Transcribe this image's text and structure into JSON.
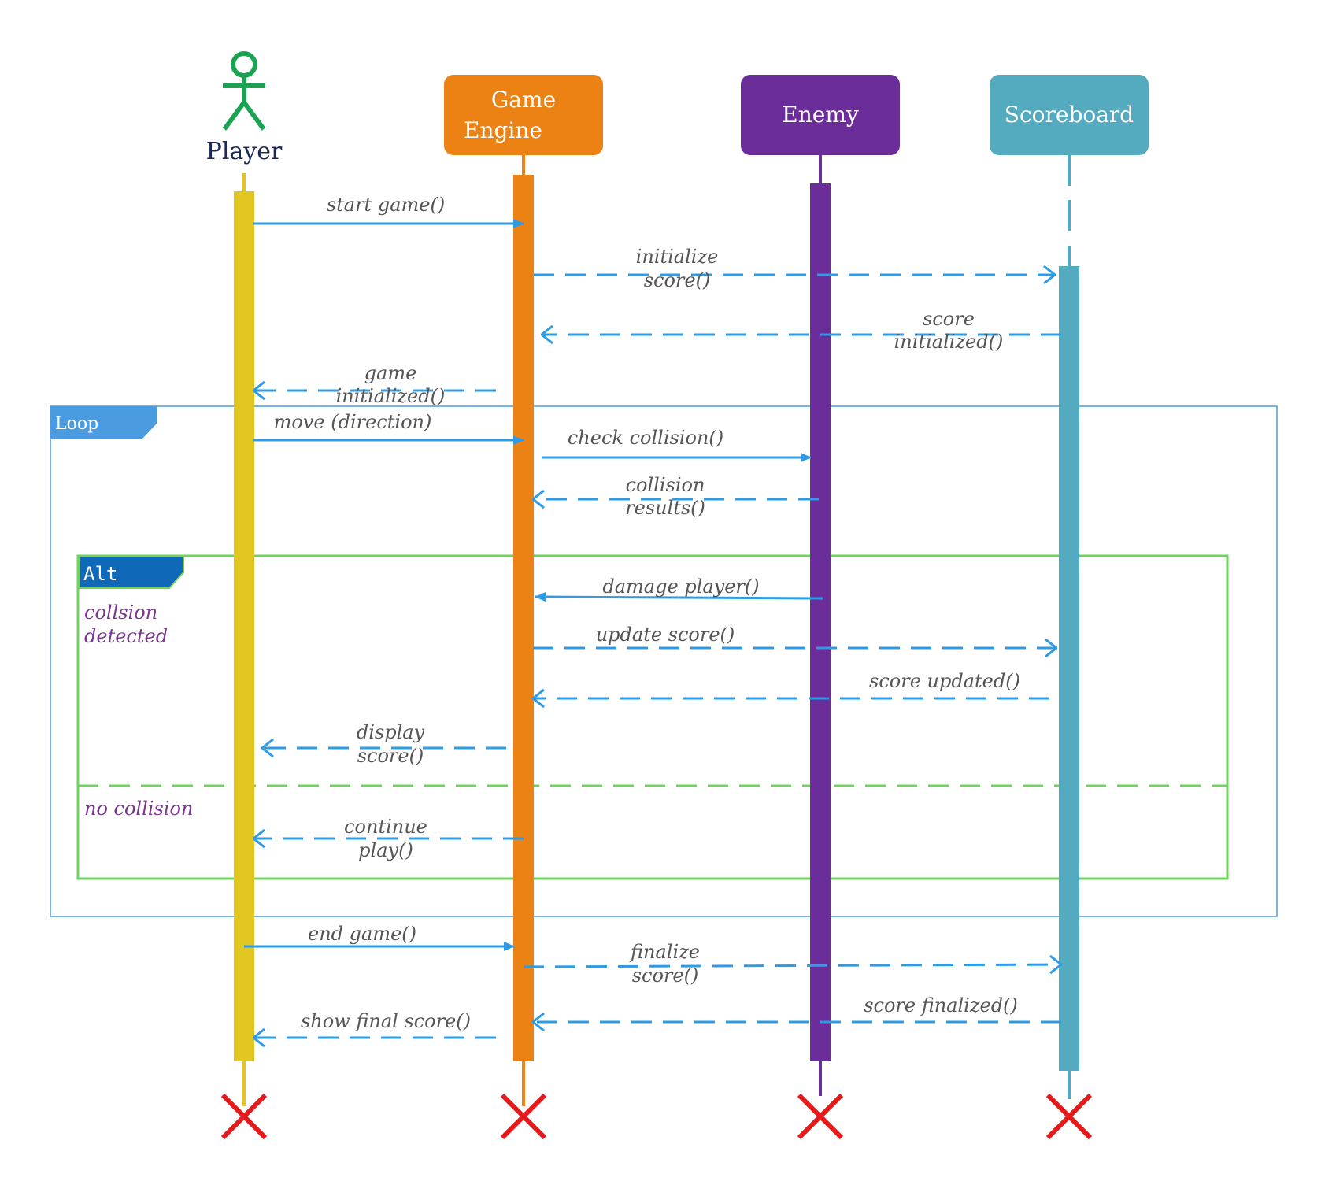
{
  "colors": {
    "player": "#e2c622",
    "engine": "#ec8114",
    "enemy": "#6a2d99",
    "scoreboard": "#54aabf",
    "actor_figure": "#1aa352",
    "message": "#2e9be6",
    "loop_frame": "#4a9be0",
    "alt_frame": "#6fd35e",
    "alt_tag": "#0f68b8",
    "destroy": "#e61a1a"
  },
  "participants": [
    {
      "id": "player",
      "label_lines": [
        "Player"
      ],
      "kind": "actor"
    },
    {
      "id": "engine",
      "label_lines": [
        "Game",
        "Engine"
      ],
      "kind": "box"
    },
    {
      "id": "enemy",
      "label_lines": [
        "Enemy"
      ],
      "kind": "box"
    },
    {
      "id": "scoreboard",
      "label_lines": [
        "Scoreboard"
      ],
      "kind": "box"
    }
  ],
  "frames": {
    "loop": {
      "tag": "Loop"
    },
    "alt": {
      "tag": "Alt",
      "guards": [
        [
          "collsion",
          "detected"
        ],
        [
          "no collision"
        ]
      ]
    }
  },
  "messages": [
    {
      "from": "player",
      "to": "engine",
      "style": "sync",
      "label_lines": [
        "start game()"
      ]
    },
    {
      "from": "engine",
      "to": "scoreboard",
      "style": "return",
      "label_lines": [
        "initialize",
        "score()"
      ]
    },
    {
      "from": "scoreboard",
      "to": "engine",
      "style": "return",
      "label_lines": [
        "score",
        "initialized()"
      ]
    },
    {
      "from": "engine",
      "to": "player",
      "style": "return",
      "label_lines": [
        "game",
        "initialized()"
      ]
    },
    {
      "from": "player",
      "to": "engine",
      "style": "sync",
      "label_lines": [
        "move (direction)"
      ]
    },
    {
      "from": "engine",
      "to": "enemy",
      "style": "sync",
      "label_lines": [
        "check collision()"
      ]
    },
    {
      "from": "enemy",
      "to": "engine",
      "style": "return",
      "label_lines": [
        "collision",
        "results()"
      ]
    },
    {
      "from": "enemy",
      "to": "engine",
      "style": "sync",
      "label_lines": [
        "damage player()"
      ]
    },
    {
      "from": "engine",
      "to": "scoreboard",
      "style": "return",
      "label_lines": [
        "update score()"
      ]
    },
    {
      "from": "scoreboard",
      "to": "engine",
      "style": "return",
      "label_lines": [
        "score updated()"
      ]
    },
    {
      "from": "engine",
      "to": "player",
      "style": "return",
      "label_lines": [
        "display",
        "score()"
      ]
    },
    {
      "from": "engine",
      "to": "player",
      "style": "return",
      "label_lines": [
        "continue",
        "play()"
      ]
    },
    {
      "from": "player",
      "to": "engine",
      "style": "sync",
      "label_lines": [
        "end game()"
      ]
    },
    {
      "from": "engine",
      "to": "scoreboard",
      "style": "return",
      "label_lines": [
        "finalize",
        "score()"
      ]
    },
    {
      "from": "scoreboard",
      "to": "engine",
      "style": "return",
      "label_lines": [
        "score finalized()"
      ]
    },
    {
      "from": "engine",
      "to": "player",
      "style": "return",
      "label_lines": [
        "show final score()"
      ]
    }
  ]
}
